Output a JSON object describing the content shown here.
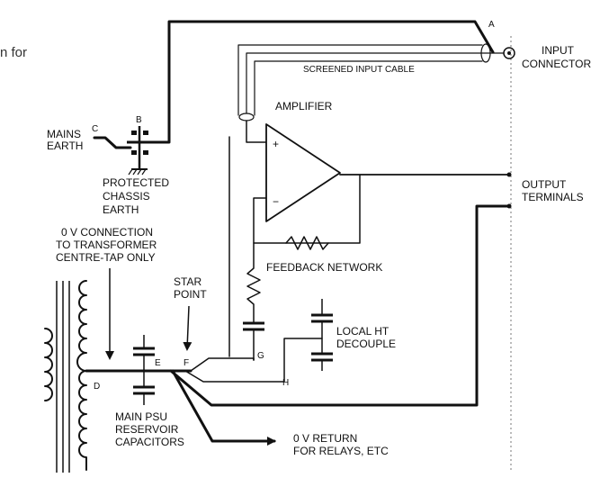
{
  "fragment": "n for",
  "labels": {
    "A": "A",
    "B": "B",
    "C": "C",
    "D": "D",
    "E": "E",
    "F": "F",
    "G": "G",
    "H": "H",
    "input_connector": [
      "INPUT",
      "CONNECTOR"
    ],
    "screened_cable": "SCREENED INPUT CABLE",
    "amplifier": "AMPLIFIER",
    "plus": "+",
    "minus": "−",
    "mains_earth": [
      "MAINS",
      "EARTH"
    ],
    "protected_chassis": [
      "PROTECTED",
      "CHASSIS",
      "EARTH"
    ],
    "output_terminals": [
      "OUTPUT",
      "TERMINALS"
    ],
    "zero_v_connection": [
      "0 V CONNECTION",
      "TO TRANSFORMER",
      "CENTRE-TAP ONLY"
    ],
    "feedback_network": "FEEDBACK NETWORK",
    "star_point": [
      "STAR",
      "POINT"
    ],
    "local_ht": [
      "LOCAL HT",
      "DECOUPLE"
    ],
    "main_psu": [
      "MAIN PSU",
      "RESERVOIR",
      "CAPACITORS"
    ],
    "zero_v_return": [
      "0 V RETURN",
      "FOR RELAYS, ETC"
    ]
  }
}
